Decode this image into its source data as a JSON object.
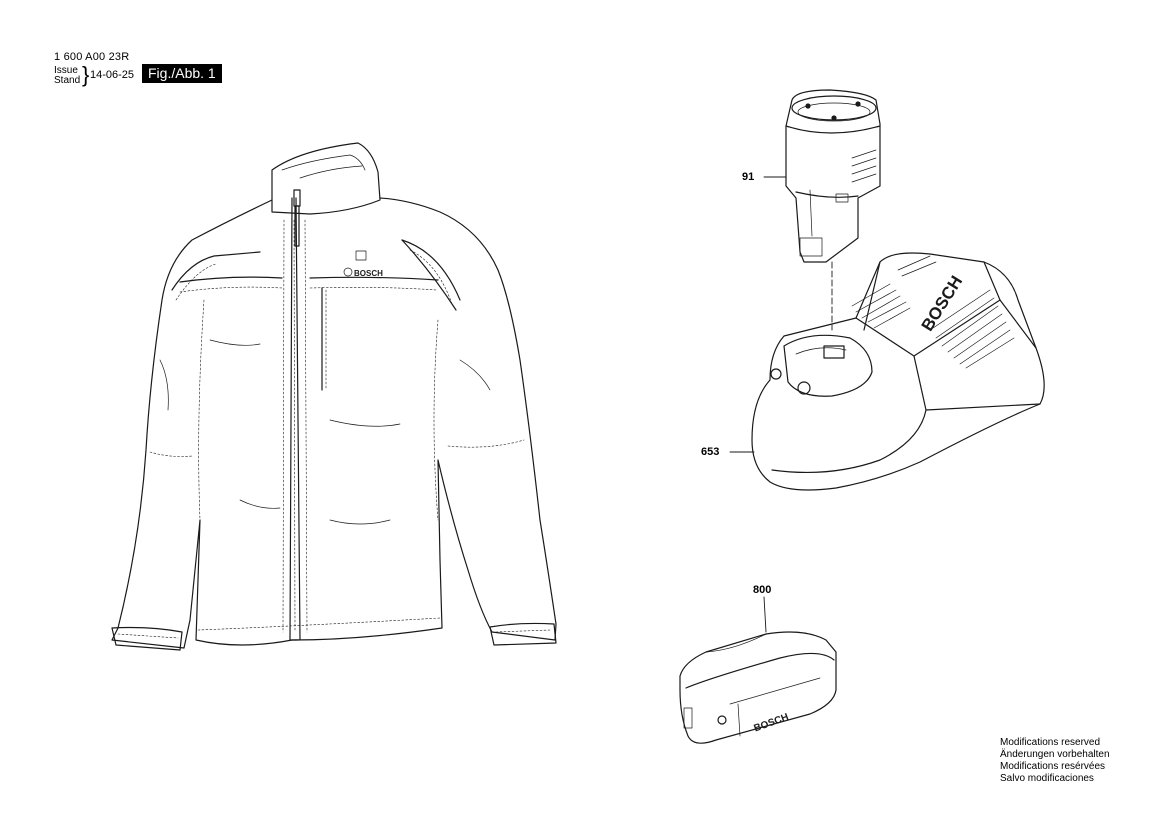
{
  "header": {
    "part_number": "1 600 A00 23R",
    "issue_label": "Issue",
    "stand_label": "Stand",
    "date": "14-06-25",
    "figure_label": "Fig./Abb. 1"
  },
  "callouts": {
    "battery": "91",
    "charger": "653",
    "adapter": "800"
  },
  "brand": "BOSCH",
  "modifications": [
    "Modifications reserved",
    "Änderungen vorbehalten",
    "Modifications resérvées",
    "Salvo modificaciones"
  ]
}
